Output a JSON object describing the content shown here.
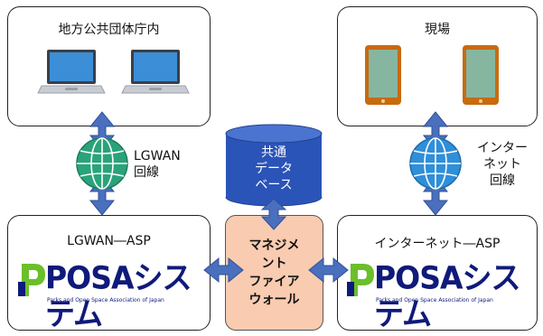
{
  "government_office": {
    "title": "地方公共団体庁内"
  },
  "field_site": {
    "title": "現場"
  },
  "lgwan_line": {
    "label_1": "LGWAN",
    "label_2": "回線"
  },
  "internet_line": {
    "label_1": "インター",
    "label_2": "ネット",
    "label_3": "回線"
  },
  "shared_database": {
    "line_1": "共通",
    "line_2": "データ",
    "line_3": "ベース"
  },
  "firewall": {
    "line_1": "マネジメ",
    "line_2": "ント",
    "line_3": "ファイア",
    "line_4": "ウォール"
  },
  "lgwan_asp": {
    "title": "LGWAN―ASP"
  },
  "internet_asp": {
    "title": "インターネット―ASP"
  },
  "posa_logo": {
    "wordmark": "POSAシステム",
    "tagline": "Parks and Open Space Association of Japan"
  },
  "colors": {
    "arrow": "#4a6fbd",
    "arrow_stroke": "#2f4f99",
    "globe_lgwan": "#2aa37a",
    "globe_internet": "#2f8fd8",
    "database": "#2b54b8",
    "firewall": "#f9cbb0",
    "logo_blue": "#0f1a7a",
    "logo_green": "#6bbf2a"
  },
  "icons": [
    "laptop-icon",
    "tablet-icon",
    "globe-icon",
    "database-icon",
    "posa-logo-icon"
  ]
}
